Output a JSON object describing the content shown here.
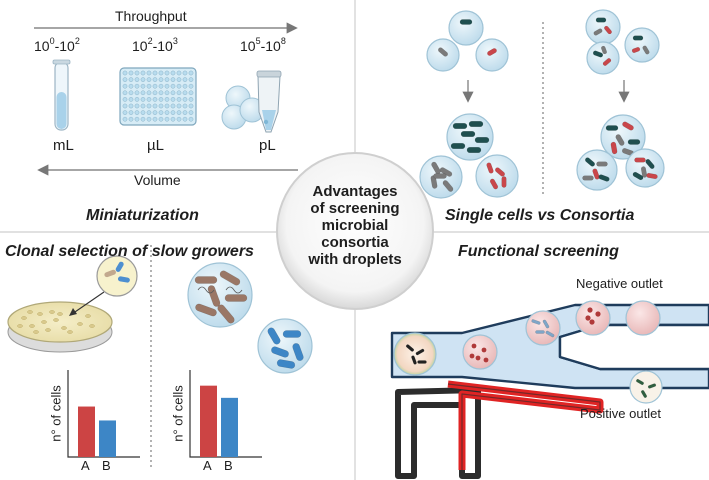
{
  "center": {
    "lines": [
      "Advantages",
      "of screening",
      "microbial",
      "consortia",
      "with droplets"
    ]
  },
  "miniaturization": {
    "title": "Miniaturization",
    "throughput_label": "Throughput",
    "volume_label": "Volume",
    "ranges": [
      {
        "base1": "10",
        "exp1": "0",
        "base2": "10",
        "exp2": "2"
      },
      {
        "base1": "10",
        "exp1": "2",
        "base2": "10",
        "exp2": "3"
      },
      {
        "base1": "10",
        "exp1": "5",
        "base2": "10",
        "exp2": "8"
      }
    ],
    "units": [
      "mL",
      "µL",
      "pL"
    ]
  },
  "single_vs_consortia": {
    "title": "Single cells vs Consortia"
  },
  "clonal": {
    "title": "Clonal selection of slow growers",
    "charts": [
      {
        "ylabel": "n° of cells",
        "categories": [
          "A",
          "B"
        ],
        "values": [
          0.58,
          0.42
        ]
      },
      {
        "ylabel": "n° of cells",
        "categories": [
          "A",
          "B"
        ],
        "values": [
          0.82,
          0.68
        ]
      }
    ]
  },
  "functional": {
    "title": "Functional screening",
    "negative_outlet": "Negative outlet",
    "positive_outlet": "Positive outlet"
  },
  "colors": {
    "droplet_fill": "#cfe6f2",
    "droplet_stroke": "#9fc3d6",
    "bar_a": "#cc4444",
    "bar_b": "#3d86c6",
    "channel_fill": "#cfe3f3",
    "electrode_red": "#e02424",
    "electrode_dark": "#2c2c2c",
    "dark_teal_cell": "#1f4f4f",
    "brown_cell": "#9a7766"
  }
}
